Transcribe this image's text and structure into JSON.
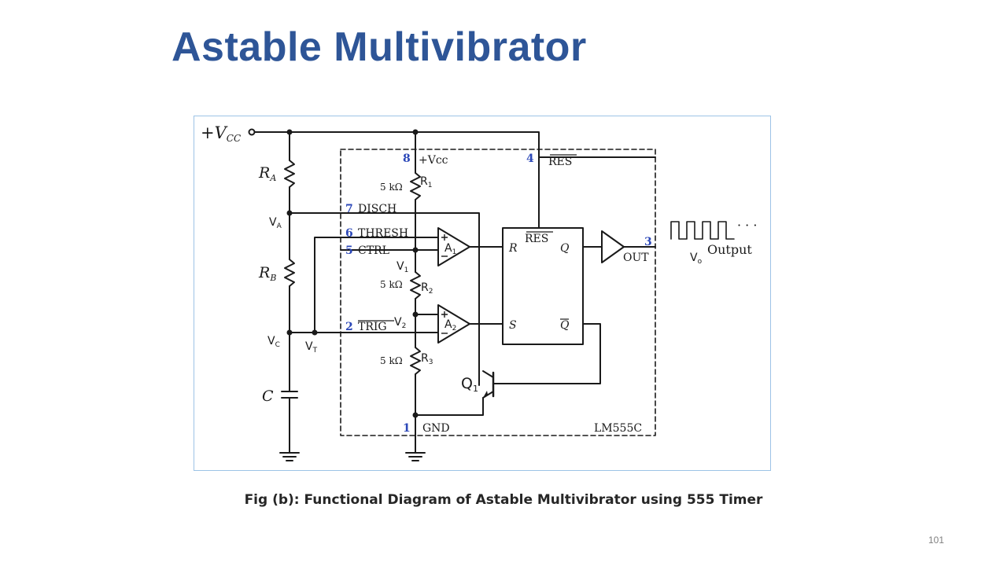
{
  "title": "Astable Multivibrator",
  "caption": "Fig (b): Functional Diagram of Astable Multivibrator using 555 Timer",
  "page_number": "101",
  "colors": {
    "title": "#2e5597",
    "pin_number": "#2c48b8",
    "frame_border": "#9dc3e6",
    "wire": "#1a1a1a"
  },
  "diagram": {
    "supply": {
      "main": "+V",
      "sub": "CC"
    },
    "components": {
      "ra": {
        "main": "R",
        "sub": "A"
      },
      "rb": {
        "main": "R",
        "sub": "B"
      },
      "c": "C"
    },
    "chip": {
      "name": "LM555C",
      "pins": [
        {
          "number": "8",
          "label": "+Vcc"
        },
        {
          "number": "4",
          "label": "RES"
        },
        {
          "number": "7",
          "label": "DISCH"
        },
        {
          "number": "6",
          "label": "THRESH"
        },
        {
          "number": "5",
          "label": "CTRL"
        },
        {
          "number": "2",
          "label": "TRIG"
        },
        {
          "number": "3",
          "label": "OUT"
        },
        {
          "number": "1",
          "label": "GND"
        }
      ],
      "resistor_value": "5 kΩ",
      "flipflop": {
        "res": "RES",
        "r": "R",
        "s": "S",
        "q": "Q",
        "qbar": "Q"
      }
    },
    "output_label": "Output",
    "output_dots": "· · ·",
    "annotations": {
      "r1": {
        "main": "R",
        "sub": "1"
      },
      "r2": {
        "main": "R",
        "sub": "2"
      },
      "r3": {
        "main": "R",
        "sub": "3"
      },
      "va": {
        "main": "V",
        "sub": "A"
      },
      "vc": {
        "main": "V",
        "sub": "C"
      },
      "vt": {
        "main": "V",
        "sub": "T"
      },
      "v1": {
        "main": "V",
        "sub": "1"
      },
      "v2": {
        "main": "V",
        "sub": "2"
      },
      "a1": {
        "main": "A",
        "sub": "1"
      },
      "a2": {
        "main": "A",
        "sub": "2"
      },
      "vo": {
        "main": "V",
        "sub": "o"
      },
      "q1": {
        "main": "Q",
        "sub": "1"
      }
    }
  }
}
